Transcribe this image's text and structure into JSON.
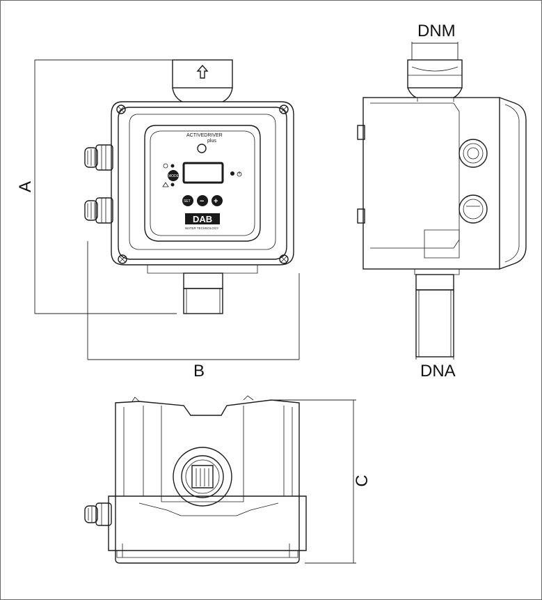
{
  "dimensions": {
    "a_label": "A",
    "b_label": "B",
    "c_label": "C",
    "dnm_label": "DNM",
    "dna_label": "DNA"
  },
  "front_view": {
    "brand_logo": "ACTIVEDRIVER",
    "brand_logo_sub": "plus",
    "maker_logo": "DAB",
    "maker_tagline": "WATER TECHNOLOGY",
    "buttons": {
      "mode": "MODE",
      "set": "SET",
      "minus": "−",
      "plus": "+"
    }
  },
  "colors": {
    "ink": "#1a1a1a",
    "background": "#ffffff"
  }
}
